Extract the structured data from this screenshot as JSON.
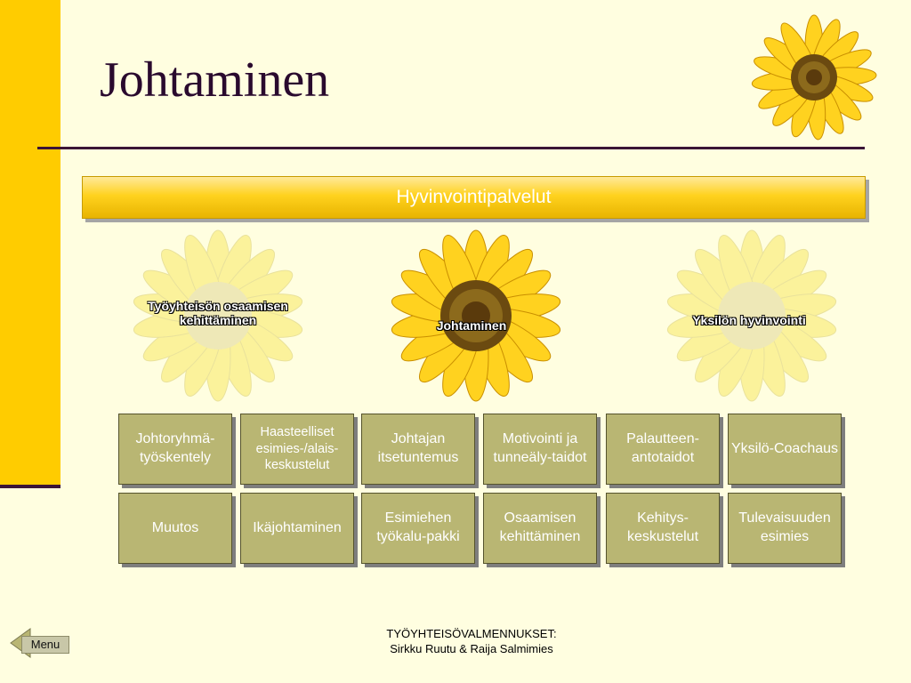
{
  "slide": {
    "title": "Johtaminen",
    "banner": "Hyvinvointipalvelut",
    "flowers": {
      "left": "Työyhteisön osaamisen kehittäminen",
      "center": "Johtaminen",
      "right": "Yksilön hyvinvointi"
    },
    "row1": [
      "Johtoryhmä-työskentely",
      "Haasteelliset esimies-/alais-keskustelut",
      "Johtajan itsetuntemus",
      "Motivointi ja tunneäly-taidot",
      "Palautteen-antotaidot",
      "Yksilö-Coachaus"
    ],
    "row2": [
      "Muutos",
      "Ikäjohtaminen",
      "Esimiehen työkalu-pakki",
      "Osaamisen kehittäminen",
      "Kehitys-keskustelut",
      "Tulevaisuuden esimies"
    ]
  },
  "nav": {
    "menu_label": "Menu"
  },
  "footer": {
    "line1": "TYÖYHTEISÖVALMENNUKSET:",
    "line2": "Sirkku Ruutu & Raija Salmimies"
  },
  "colors": {
    "accent_bar": "#FFCC00",
    "background": "#FFFEE0",
    "box_fill": "#B9B673",
    "title_color": "#2A0A2E"
  }
}
